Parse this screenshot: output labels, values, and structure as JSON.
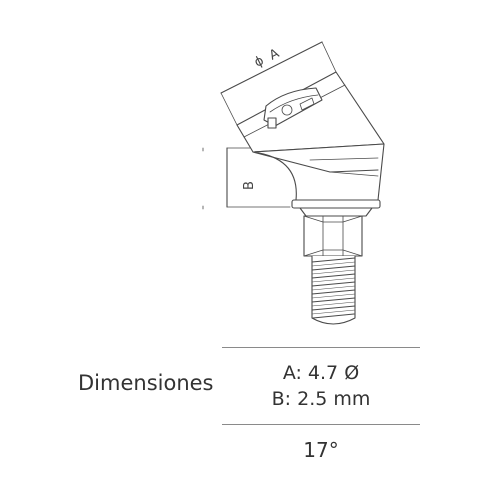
{
  "drawing": {
    "dimension_a_label": "A",
    "dimension_a_symbol": "ϕ",
    "dimension_b_label": "B"
  },
  "table": {
    "row_label": "Dimensiones",
    "value_a": "A: 4.7 Ø",
    "value_b": "B: 2.5 mm",
    "angle": "17°"
  }
}
